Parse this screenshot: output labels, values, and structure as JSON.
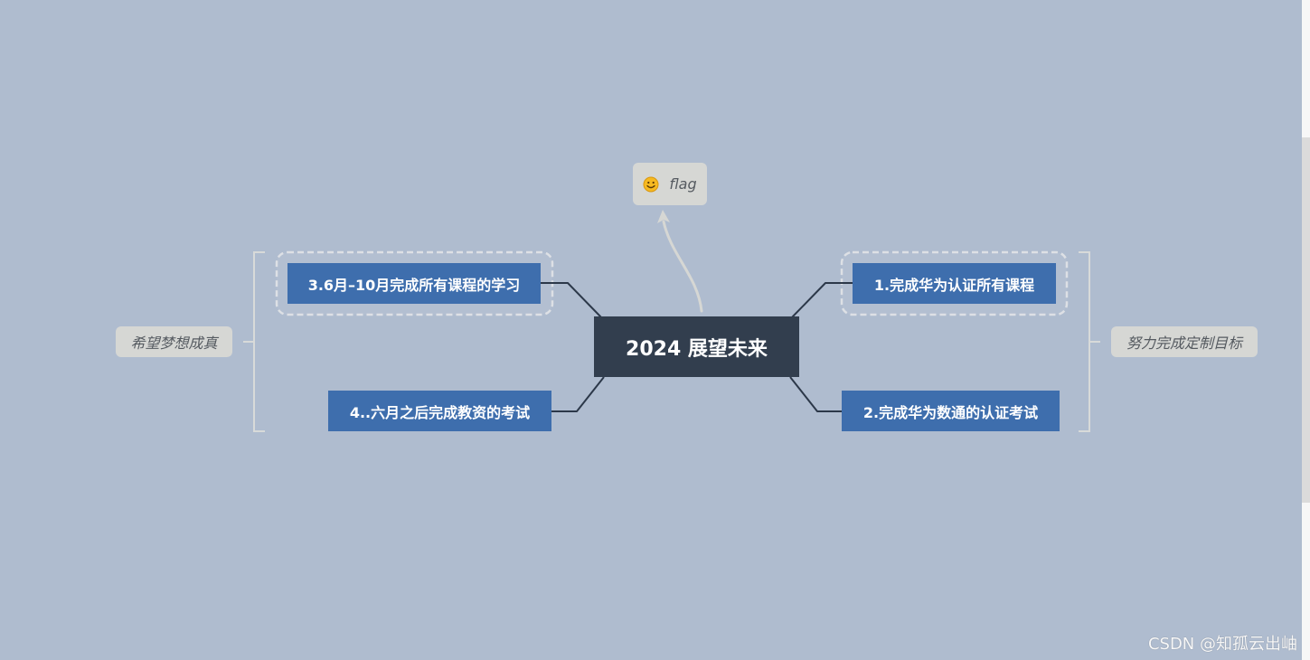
{
  "colors": {
    "canvas_background": "#afbccf",
    "central_topic_fill": "#323e4e",
    "main_topic_fill": "#3e6ead",
    "connector_line": "#2c3849",
    "floating_and_summary_fill": "#d6d7d4",
    "summary_bracket": "#d8dad9",
    "boundary_stroke": "#dde0e5",
    "topic_text": "#ffffff",
    "summary_text": "#555a60"
  },
  "central_topic": {
    "label": "2024 展望未来"
  },
  "floating_topic": {
    "icon": "smiley-icon",
    "label": "flag"
  },
  "branches": {
    "right": [
      {
        "label": "1.完成华为认证所有课程",
        "boundary": true
      },
      {
        "label": "2.完成华为数通的认证考试",
        "boundary": false
      }
    ],
    "left": [
      {
        "label": "3.6月–10月完成所有课程的学习",
        "boundary": true
      },
      {
        "label": "4..六月之后完成教资的考试",
        "boundary": false
      }
    ]
  },
  "summaries": {
    "right": {
      "label": "努力完成定制目标"
    },
    "left": {
      "label": "希望梦想成真"
    }
  },
  "watermark": {
    "text": "CSDN @知孤云出岫"
  }
}
